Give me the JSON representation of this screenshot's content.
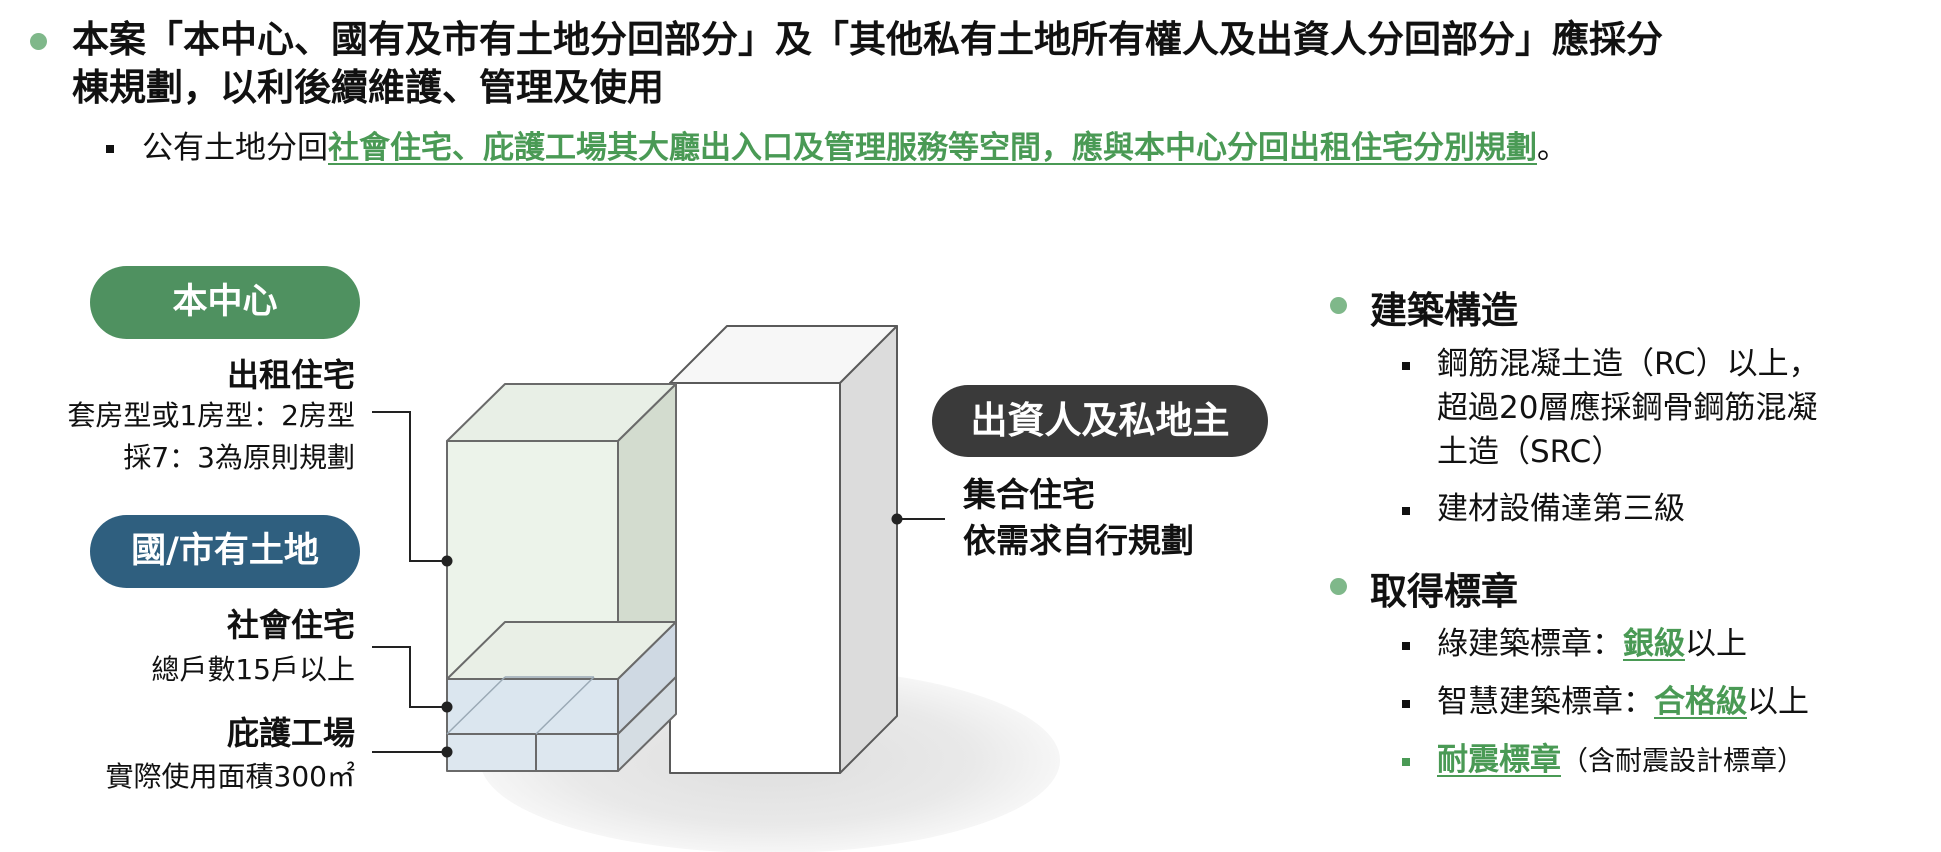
{
  "header": {
    "line1": "本案「本中心、國有及市有土地分回部分」及「其他私有土地所有權人及出資人分回部分」應採分",
    "line2": "棟規劃，以利後續維護、管理及使用",
    "sub_prefix": "公有土地分回",
    "sub_highlight": "社會住宅、庇護工場其大廳出入口及管理服務等空間，應與本中心分回出租住宅分別規劃",
    "sub_suffix": "。"
  },
  "left": {
    "center_pill": "本中心",
    "rental_title": "出租住宅",
    "rental_line1": "套房型或1房型：2房型",
    "rental_line2": "採7：3為原則規劃",
    "land_pill": "國/市有土地",
    "social_title": "社會住宅",
    "social_line": "總戶數15戶以上",
    "shelter_title": "庇護工場",
    "shelter_line": "實際使用面積300㎡"
  },
  "middle": {
    "investor_pill": "出資人及私地主",
    "housing_line1": "集合住宅",
    "housing_line2": "依需求自行規劃"
  },
  "right": {
    "structure_heading": "建築構造",
    "structure_item1_line1": "鋼筋混凝土造（RC）以上，",
    "structure_item1_line2": "超過20層應採鋼骨鋼筋混凝",
    "structure_item1_line3": "土造（SRC）",
    "structure_item2": "建材設備達第三級",
    "label_heading": "取得標章",
    "green_prefix": "綠建築標章：",
    "green_level": "銀級",
    "green_suffix": "以上",
    "smart_prefix": "智慧建築標章：",
    "smart_level": "合格級",
    "smart_suffix": "以上",
    "seismic_label": "耐震標章",
    "seismic_note": "（含耐震設計標章）"
  },
  "colors": {
    "accent_green": "#4a9a55",
    "pill_green": "#4f9160",
    "pill_blue": "#2f5f7f",
    "pill_dark": "#3a3a3a",
    "bullet_green": "#7fb88a"
  }
}
